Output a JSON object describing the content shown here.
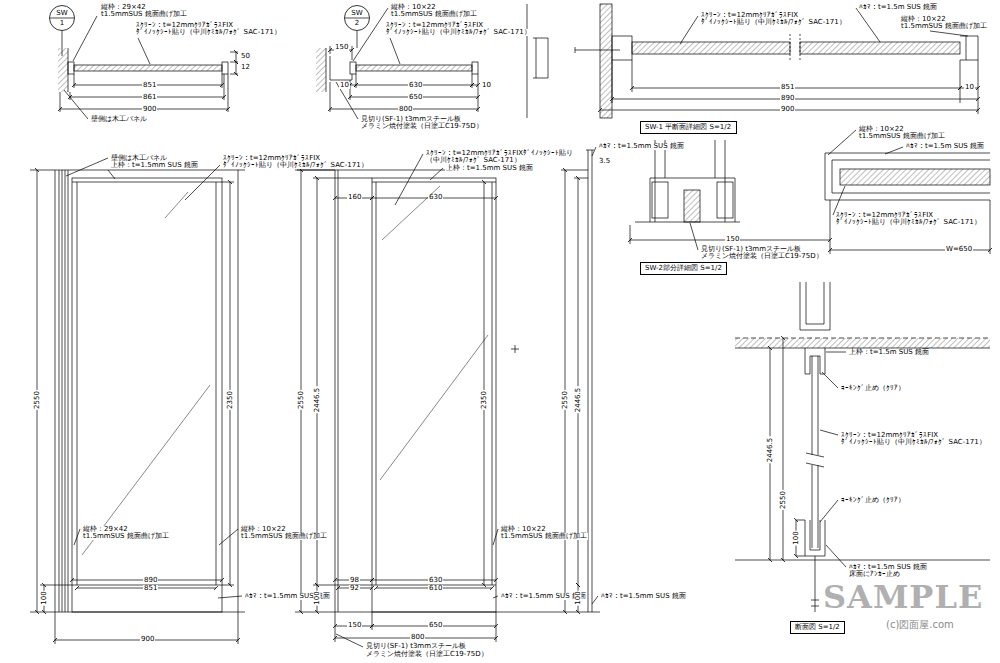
{
  "diagram": {
    "nodes": [
      {
        "text": [
          "SW",
          "1"
        ]
      },
      {
        "text": [
          "SW",
          "2"
        ]
      },
      {
        "text": [
          "SW-1 平断面詳細図 S=1/2"
        ]
      },
      {
        "text": [
          "SW-2部分詳細図 S=1/2"
        ]
      },
      {
        "text": [
          "断面図 S=1/2"
        ]
      }
    ],
    "labels": [
      "縦枠：29×42",
      "t1.5mmSUS 鏡面曲げ加工",
      "ｽｸﾘｰﾝ：t=12mmｸﾘｱｶﾞﾗｽFIX",
      "ﾀﾞｲﾉｯｸｼｰﾄ貼り（中川ｹﾐｶﾙ/ﾌｫｸﾞ SAC-171）",
      "50",
      "12",
      "851",
      "861",
      "900",
      "壁側は木工パネル",
      "縦枠：10×22",
      "t1.5mmSUS 鏡面曲げ加工",
      "ｽｸﾘｰﾝ：t=12mmｸﾘｱｶﾞﾗｽFIX",
      "ﾀﾞｲﾉｯｸｼｰﾄ貼り（中川ｹﾐｶﾙ/ﾌｫｸﾞ SAC-171）",
      "150",
      "10",
      "630",
      "10",
      "650",
      "800",
      "見切り(SF-1) t3mmスチール板",
      "メラミン焼付塗装（日塗工C19-75D）",
      "ﾊｶﾏ：t=1.5m SUS 鏡面",
      "縦枠：10×22",
      "t1.5mmSUS 鏡面曲げ加工",
      "ｽｸﾘｰﾝ：t=12mmｸﾘｱｶﾞﾗｽFIX",
      "ﾀﾞｲﾉｯｸｼｰﾄ貼り（中川ｹﾐｶﾙ/ﾌｫｸﾞ SAC-171）",
      "851",
      "10",
      "890",
      "900",
      "縦枠：10×22",
      "t1.5mmSUS 鏡面曲げ加工",
      "ﾊｶﾏ：t=1.5m SUS 鏡面",
      "ｽｸﾘｰﾝ：t=12mmｸﾘｱｶﾞﾗｽFIX",
      "ﾀﾞｲﾉｯｸｼｰﾄ貼り（中川ｹﾐｶﾙ/ﾌｫｸﾞ SAC-171）",
      "150",
      "W=650",
      "見切り(SF-1) t3mmスチール板",
      "メラミン焼付塗装（日塗工C19-75D）",
      "上枠：t=1.5m SUS 鏡面",
      "ｺｰｷﾝｸﾞ止め（ｸﾘｱ）",
      "ｽｸﾘｰﾝ：t=12mmｸﾘｱｶﾞﾗｽFIX",
      "ﾀﾞｲﾉｯｸｼｰﾄ貼り（中川ｹﾐｶﾙ/ﾌｫｸﾞ SAC-171）",
      "ｺｰｷﾝｸﾞ止め（ｸﾘｱ）",
      "ﾊｶﾏ：t=1.5m SUS 鏡面",
      "床面にｱﾝｶｰ止め",
      "2446.5",
      "2550",
      "100",
      "壁側は木工パネル",
      "上枠：t=1.5mm SUS 鏡面",
      "ｽｸﾘｰﾝ：t=12mmｸﾘｱｶﾞﾗｽFIX",
      "ﾀﾞｲﾉｯｸｼｰﾄ貼り（中川ｹﾐｶﾙ/ﾌｫｸﾞ SAC-171）",
      "2550",
      "2350",
      "縦枠：29×42",
      "t1.5mmSUS 鏡面曲げ加工",
      "縦枠：10×22",
      "t1.5mmSUS 鏡面曲げ加工",
      "890",
      "851",
      "ﾊｶﾏ：t=1.5mm SUS 鏡面",
      "100",
      "900",
      "ｽｸﾘｰﾝ：t=12mmｸﾘｱｶﾞﾗｽFIXﾀﾞｲﾉｯｸｼｰﾄ貼り",
      "（中川ｹﾐｶﾙ/ﾌｫｸﾞ SAC-171）",
      "上枠：t=1.5mm SUS 鏡面",
      "160",
      "630",
      "2550",
      "2446.5",
      "2350",
      "縦枠：10×22",
      "t1.5mmSUS 鏡面曲げ加工",
      "98",
      "92",
      "630",
      "610",
      "ﾊｶﾏ：t=1.5mm SUS 鏡面",
      "100",
      "150",
      "650",
      "800",
      "見切り(SF-1) t3mmスチール板",
      "メラミン焼付塗装（日塗工C19-75D）",
      "ﾊｶﾏ：t=1.5mm SUS 鏡面",
      "3.5",
      "2550",
      "2446.5",
      "100",
      "ﾊｶﾏ：t=1.5mm SUS 鏡面",
      "SAMPLE",
      "(c)図面屋.com"
    ]
  }
}
